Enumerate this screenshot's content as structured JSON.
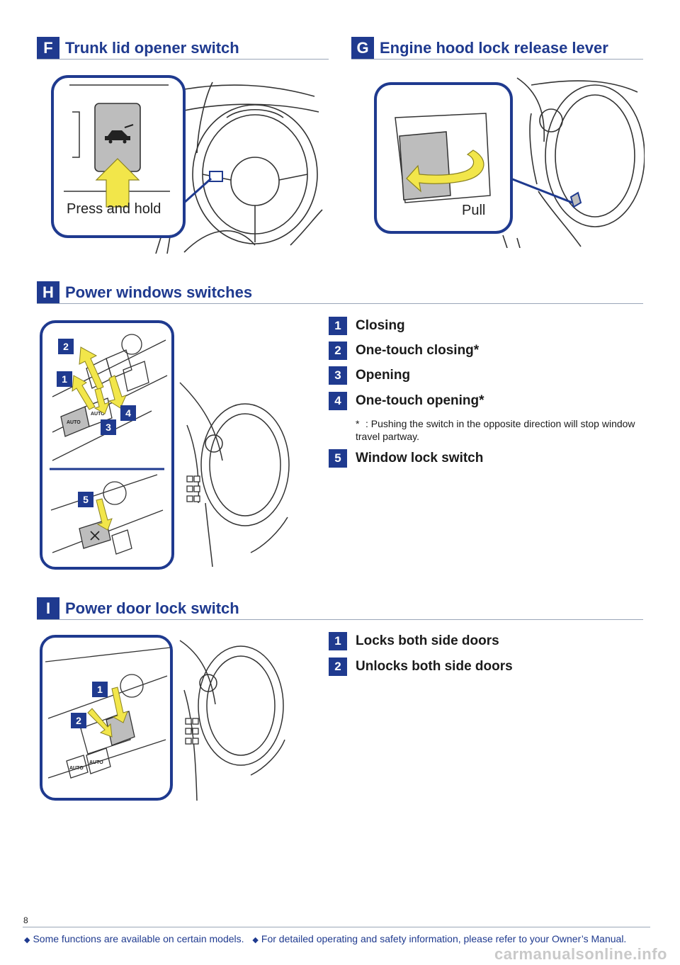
{
  "sections": {
    "f": {
      "letter": "F",
      "title": "Trunk lid opener switch",
      "callout": "Press and hold"
    },
    "g": {
      "letter": "G",
      "title": "Engine hood lock release lever",
      "callout": "Pull"
    },
    "h": {
      "letter": "H",
      "title": "Power windows switches",
      "items": [
        {
          "num": "1",
          "label": "Closing"
        },
        {
          "num": "2",
          "label": "One-touch closing*"
        },
        {
          "num": "3",
          "label": "Opening"
        },
        {
          "num": "4",
          "label": "One-touch opening*"
        },
        {
          "num": "5",
          "label": "Window lock switch"
        }
      ],
      "note_mark": "*",
      "note": ": Pushing the switch in the opposite direction will stop window travel partway."
    },
    "i": {
      "letter": "I",
      "title": "Power door lock switch",
      "items": [
        {
          "num": "1",
          "label": "Locks both side doors"
        },
        {
          "num": "2",
          "label": "Unlocks both side doors"
        }
      ]
    }
  },
  "switch_labels": {
    "auto": "AUTO"
  },
  "page_number": "8",
  "footer": {
    "part1": "Some functions are available on certain models.",
    "part2": "For detailed operating and safety information, please refer to your Owner’s Manual."
  },
  "watermark": "carmanualsonline.info",
  "colors": {
    "navy": "#1f3a8f",
    "arrow_yellow": "#f2e64a",
    "panel_gray": "#b9b9b9"
  }
}
